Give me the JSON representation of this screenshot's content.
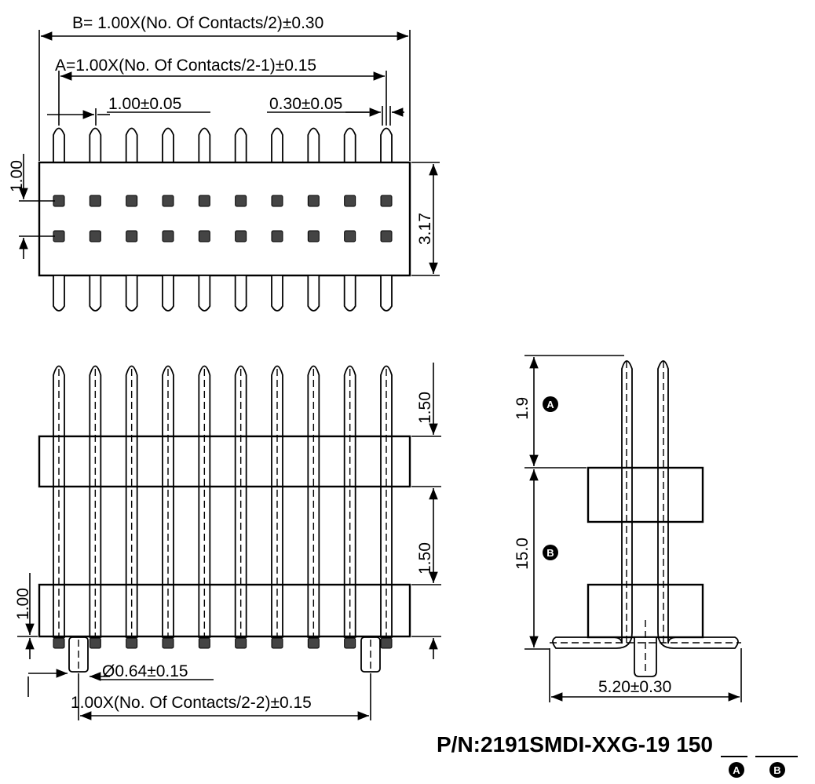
{
  "top_view": {
    "dim_b": "B= 1.00X(No. Of Contacts/2)±0.30",
    "dim_a": "A=1.00X(No. Of Contacts/2-1)±0.15",
    "pitch": "1.00±0.05",
    "pin_width": "0.30±0.05",
    "row_spacing": "1.00",
    "body_width": "3.17"
  },
  "front_view": {
    "upper_pin": "1.50",
    "mid_pin": "1.50",
    "base_height": "1.00",
    "post_diameter": "Ø0.64±0.15",
    "post_spacing": "1.00X(No. Of Contacts/2-2)±0.15"
  },
  "side_view": {
    "dim_a_value": "1.9",
    "dim_b_value": "15.0",
    "marker_a": "A",
    "marker_b": "B",
    "footprint": "5.20±0.30"
  },
  "part_number": {
    "prefix": "P/N:2191SMDI-XXG-",
    "code_a": "19",
    "code_b": "150",
    "marker_a": "A",
    "marker_b": "B"
  },
  "pin_count_per_row": 10
}
